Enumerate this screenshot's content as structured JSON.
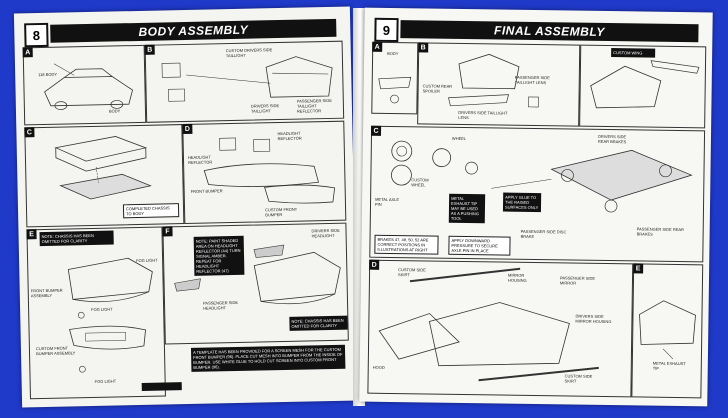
{
  "left_page": {
    "step": "8",
    "title": "BODY ASSEMBLY",
    "panels": [
      "A",
      "B",
      "C",
      "D",
      "E",
      "F"
    ],
    "labels": {
      "a_1": "118 BODY",
      "a_2": "BODY",
      "b_1": "CUSTOM DRIVERS SIDE TAILLIGHT",
      "b_2": "PASSENGER SIDE TAILLIGHT REFLECTOR",
      "b_3": "DRIVERS SIDE TAILLIGHT",
      "c_1": "COMPLETED CHASSIS TO BODY",
      "d_1": "HEADLIGHT REFLECTOR",
      "d_2": "HEADLIGHT REFLECTOR",
      "d_3": "FRONT BUMPER",
      "d_4": "CUSTOM FRONT BUMPER",
      "e_1": "FOG LIGHT",
      "e_2": "FRONT BUMPER ASSEMBLY",
      "e_3": "FOG LIGHT",
      "e_4": "CUSTOM FRONT BUMPER ASSEMBLY",
      "e_5": "FOG LIGHT",
      "f_1": "DRIVERS SIDE HEADLIGHT",
      "f_2": "PASSENGER SIDE HEADLIGHT"
    },
    "notes": {
      "chassis": "NOTE: CHASSIS HAS BEEN OMITTED FOR CLARITY",
      "headlight": "NOTE: PAINT SHADED AREA ON HEADLIGHT REFLECTOR (44) TURN SIGNAL AMBER. REPEAT FOR HEADLIGHT REFLECTOR (47)",
      "chassis_f": "NOTE: CHASSIS HAS BEEN OMITTED FOR CLARITY",
      "template": "A TEMPLATE HAS BEEN PROVIDED FOR A SCREEN MESH FOR THE CUSTOM FRONT BUMPER (96). PLACE CUT MESH INTO BUMPER FROM THE INSIDE OF BUMPER. USE WHITE GLUE TO HOLD CUT SCREEN INTO CUSTOM FRONT BUMPER (96)."
    }
  },
  "right_page": {
    "step": "9",
    "title": "FINAL ASSEMBLY",
    "panels": [
      "A",
      "B",
      "C",
      "D",
      "E"
    ],
    "labels": {
      "custom_wing": "CUSTOM WING",
      "a_1": "BODY",
      "b_1": "CUSTOM REAR SPOILER",
      "b_2": "PASSENGER SIDE TAILLIGHT LENS",
      "b_3": "DRIVERS SIDE TAILLIGHT LENS",
      "c_1": "WHEEL",
      "c_2": "CUSTOM WHEEL",
      "c_3": "METAL AXLE PIN",
      "c_4": "DRIVERS SIDE REAR BRAKES",
      "c_5": "PASSENGER SIDE DISC BRAKE",
      "c_6": "PASSENGER SIDE REAR BRAKES",
      "d_1": "CUSTOM SIDE SKIRT",
      "d_2": "MIRROR HOUSING",
      "d_3": "HOOD",
      "d_4": "PASSENGER SIDE MIRROR",
      "d_5": "DRIVERS SIDE MIRROR HOUSING",
      "d_6": "CUSTOM SIDE SKIRT",
      "e_1": "METAL EXHAUST TIP"
    },
    "notes": {
      "tip": "METAL EXHAUST TIP MAY BE USED AS A PUSHING TOOL",
      "glue": "APPLY GLUE TO THE RAISED SURFACES ONLY",
      "brakes": "BRAKES 47, 49, 50, 52 ARE CORRECT POSITIONS IN ILLUSTRATIONS AT RIGHT",
      "pressure": "APPLY DOWNWARD PRESSURE TO SECURE AXLE PIN IN PLACE"
    }
  }
}
